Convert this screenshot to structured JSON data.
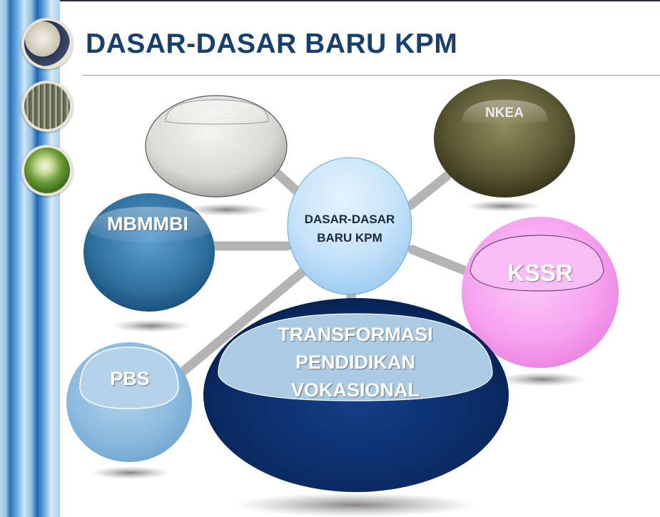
{
  "slide": {
    "title": "DASAR-DASAR BARU KPM"
  },
  "diagram": {
    "center": {
      "line1": "DASAR-DASAR",
      "line2": "BARU KPM"
    },
    "nodes": {
      "onem1s": "1M1S",
      "nkea": "NKEA",
      "mbmmbi": "MBMMBI",
      "kssr": "KSSR",
      "pbs": "PBS",
      "tpv": {
        "line1": "TRANSFORMASI",
        "line2": "PENDIDIKAN",
        "line3": "VOKASIONAL"
      }
    }
  },
  "colors": {
    "title": "#17406d",
    "onem1s": "#d8d8d4",
    "nkea": "#6e6c42",
    "mbmmbi": "#3a7eb3",
    "kssr": "#f7a5f0",
    "pbs": "#8fbcdf",
    "tpv": "#0b2b63",
    "center": "#c4e2f8"
  },
  "icons": [
    "people-photo-icon",
    "assembly-photo-icon",
    "nature-photo-icon"
  ]
}
